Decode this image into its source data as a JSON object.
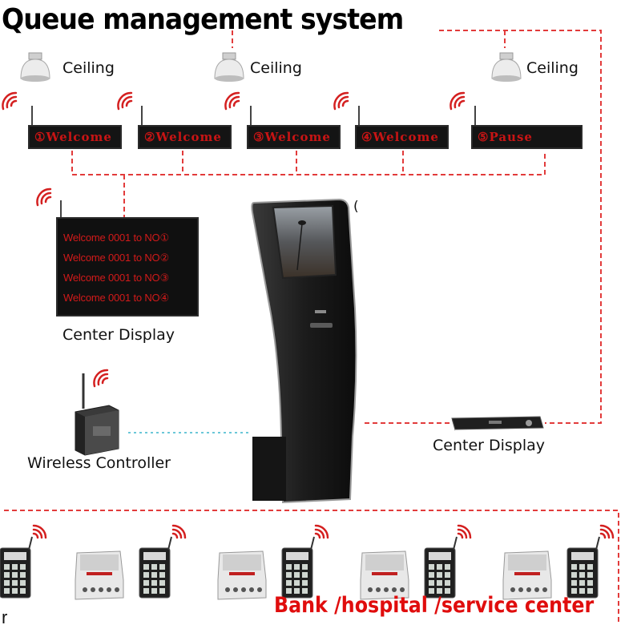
{
  "title": "Queue management system",
  "ceilings": [
    {
      "label": "Ceiling",
      "icon": "ceiling-speaker-icon"
    },
    {
      "label": "Ceiling",
      "icon": "ceiling-speaker-icon"
    },
    {
      "label": "Ceiling",
      "icon": "ceiling-speaker-icon"
    }
  ],
  "counter_displays": [
    {
      "text": "①Welcome"
    },
    {
      "text": "②Welcome"
    },
    {
      "text": "③Welcome"
    },
    {
      "text": "④Welcome"
    },
    {
      "text": "⑤Pause"
    }
  ],
  "center_display_board": {
    "rows": [
      "Welcome 0001 to NO①",
      "Welcome 0001 to NO②",
      "Welcome 0001 to NO③",
      "Welcome 0001 to NO④"
    ],
    "label": "Center Display"
  },
  "kiosk": {
    "stray_char": "("
  },
  "controller_label": "Wireless Controller",
  "center_unit_label": "Center Display",
  "footer": "Bank /hospital /service center",
  "left_edge_char": "r",
  "colors": {
    "led_red": "#c81414",
    "footer_red": "#e00d0d",
    "wire_red": "#e23b3b",
    "wire_cyan": "#6cc7d8",
    "signal_red": "#d42020"
  }
}
